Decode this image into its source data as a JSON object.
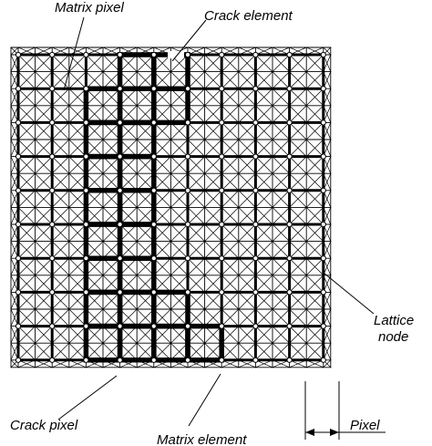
{
  "labels": {
    "matrix_pixel": "Matrix pixel",
    "crack_element": "Crack element",
    "lattice": "Lattice",
    "node": "node",
    "crack_pixel": "Crack pixel",
    "matrix_element": "Matrix element",
    "pixel": "Pixel"
  },
  "grid": {
    "pixels_per_side": 9,
    "subdivisions_per_pixel": 2,
    "crack_pixels": [
      [
        0,
        3
      ],
      [
        0,
        4
      ],
      [
        1,
        2
      ],
      [
        1,
        3
      ],
      [
        1,
        4
      ],
      [
        2,
        2
      ],
      [
        2,
        3
      ],
      [
        3,
        2
      ],
      [
        3,
        3
      ],
      [
        4,
        2
      ],
      [
        4,
        3
      ],
      [
        5,
        2
      ],
      [
        5,
        3
      ],
      [
        6,
        2
      ],
      [
        6,
        3
      ],
      [
        7,
        2
      ],
      [
        7,
        3
      ],
      [
        7,
        4
      ],
      [
        8,
        2
      ],
      [
        8,
        3
      ],
      [
        8,
        4
      ],
      [
        8,
        5
      ]
    ]
  },
  "colors": {
    "stroke": "#000000",
    "background": "#ffffff"
  }
}
